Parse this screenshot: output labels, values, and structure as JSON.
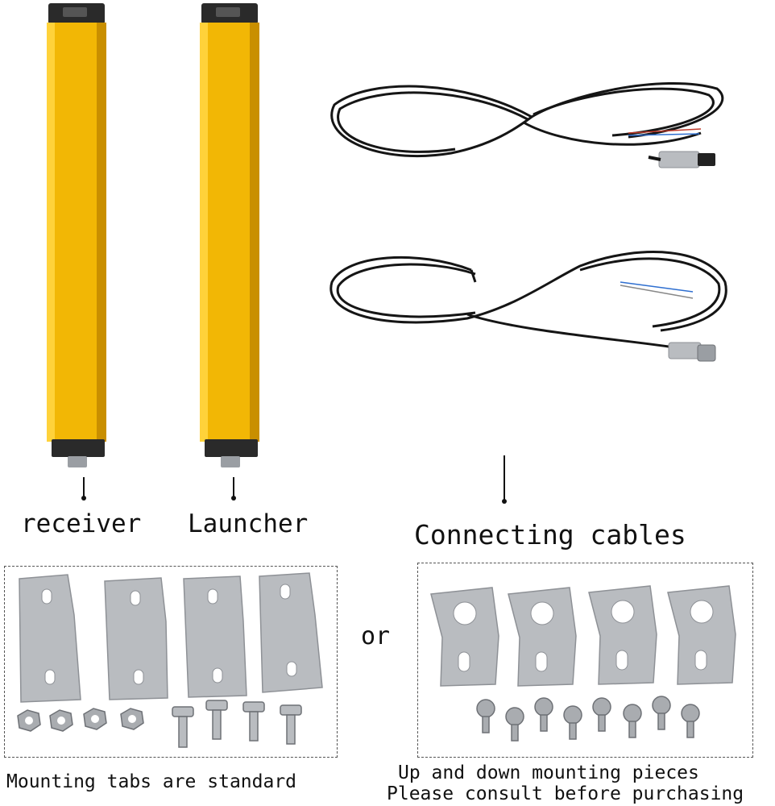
{
  "labels": {
    "receiver": "receiver",
    "launcher": "Launcher",
    "cables": "Connecting cables",
    "or": "or",
    "tabs_caption": "Mounting tabs are standard",
    "pieces_caption_1": "Up and down mounting pieces",
    "pieces_caption_2": "Please consult before purchasing"
  },
  "colors": {
    "bar_yellow": "#f2b705",
    "bar_yellow_dark": "#c98f00",
    "bar_cap": "#2a2a2a",
    "cable": "#151515",
    "metal": "#b9bcc0",
    "metal_dark": "#8e9196"
  }
}
